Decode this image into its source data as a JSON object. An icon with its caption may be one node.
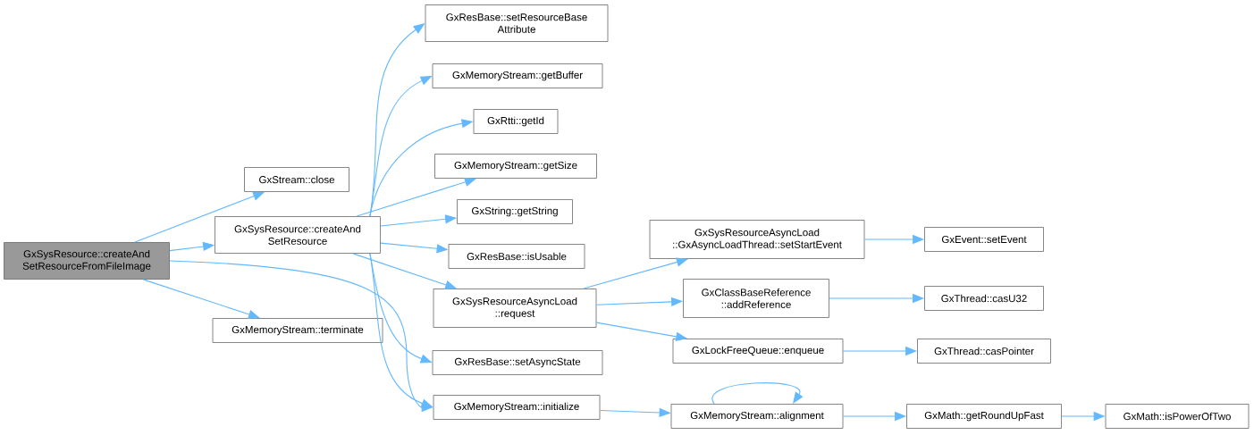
{
  "diagram": {
    "nodes": [
      {
        "text": [
          "GxSysResource::createAnd SetResourceFromFileImage"
        ]
      },
      {
        "text": [
          "GxStream::close"
        ]
      },
      {
        "text": [
          "GxSysResource::createAnd SetResource"
        ]
      },
      {
        "text": [
          "GxMemoryStream::terminate"
        ]
      },
      {
        "text": [
          "GxResBase::setResourceBase Attribute"
        ]
      },
      {
        "text": [
          "GxMemoryStream::getBuffer"
        ]
      },
      {
        "text": [
          "GxRtti::getId"
        ]
      },
      {
        "text": [
          "GxMemoryStream::getSize"
        ]
      },
      {
        "text": [
          "GxString::getString"
        ]
      },
      {
        "text": [
          "GxResBase::isUsable"
        ]
      },
      {
        "text": [
          "GxSysResourceAsyncLoad ::request"
        ]
      },
      {
        "text": [
          "GxResBase::setAsyncState"
        ]
      },
      {
        "text": [
          "GxMemoryStream::initialize"
        ]
      },
      {
        "text": [
          "GxSysResourceAsyncLoad ::GxAsyncLoadThread::setStartEvent"
        ]
      },
      {
        "text": [
          "GxEvent::setEvent"
        ]
      },
      {
        "text": [
          "GxClassBaseReference ::addReference"
        ]
      },
      {
        "text": [
          "GxThread::casU32"
        ]
      },
      {
        "text": [
          "GxLockFreeQueue::enqueue"
        ]
      },
      {
        "text": [
          "GxThread::casPointer"
        ]
      },
      {
        "text": [
          "GxMemoryStream::alignment"
        ]
      },
      {
        "text": [
          "GxMath::getRoundUpFast"
        ]
      },
      {
        "text": [
          "GxMath::isPowerOfTwo"
        ]
      }
    ],
    "edges": [
      {
        "from": 0,
        "to": 1,
        "arrow": "to"
      },
      {
        "from": 0,
        "to": 2,
        "arrow": "to"
      },
      {
        "from": 0,
        "to": 3,
        "arrow": "to"
      },
      {
        "from": 0,
        "to": 12,
        "arrow": "to"
      },
      {
        "from": 2,
        "to": 4,
        "arrow": "to"
      },
      {
        "from": 2,
        "to": 5,
        "arrow": "to"
      },
      {
        "from": 2,
        "to": 6,
        "arrow": "to"
      },
      {
        "from": 2,
        "to": 7,
        "arrow": "to"
      },
      {
        "from": 2,
        "to": 8,
        "arrow": "to"
      },
      {
        "from": 2,
        "to": 9,
        "arrow": "to"
      },
      {
        "from": 2,
        "to": 10,
        "arrow": "to"
      },
      {
        "from": 2,
        "to": 11,
        "arrow": "to"
      },
      {
        "from": 2,
        "to": 12,
        "arrow": "to"
      },
      {
        "from": 10,
        "to": 13,
        "arrow": "to"
      },
      {
        "from": 10,
        "to": 15,
        "arrow": "to"
      },
      {
        "from": 10,
        "to": 17,
        "arrow": "to"
      },
      {
        "from": 13,
        "to": 14,
        "arrow": "to"
      },
      {
        "from": 15,
        "to": 16,
        "arrow": "to"
      },
      {
        "from": 17,
        "to": 18,
        "arrow": "to"
      },
      {
        "from": 12,
        "to": 19,
        "arrow": "to"
      },
      {
        "from": 19,
        "to": 19,
        "arrow": "to"
      },
      {
        "from": 19,
        "to": 20,
        "arrow": "to"
      },
      {
        "from": 20,
        "to": 21,
        "arrow": "to"
      }
    ]
  }
}
